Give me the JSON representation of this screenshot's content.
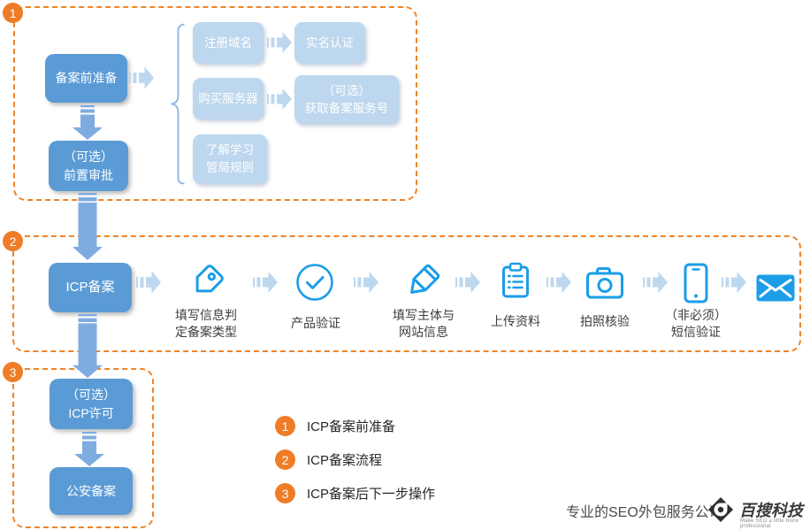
{
  "colors": {
    "primary_blue": "#5B9BD5",
    "light_blue": "#BDD7EE",
    "icon_blue": "#1B9DE8",
    "orange": "#EF7D27",
    "label_text": "#3d3d3d"
  },
  "section1": {
    "badge": "1",
    "prep_box": "备案前准备",
    "preapproval_box": "（可选）\n前置审批",
    "register_domain_box": "注册域名",
    "realname_auth_box": "实名认证",
    "buy_server_box": "购买服务器",
    "service_number_box": "（可选）\n获取备案服务号",
    "learn_rules_box": "了解学习\n管局规则"
  },
  "section2": {
    "badge": "2",
    "main_box": "ICP备案",
    "steps": [
      {
        "icon": "tag",
        "label": "填写信息判\n定备案类型"
      },
      {
        "icon": "check-circle",
        "label": "产品验证"
      },
      {
        "icon": "pencil",
        "label": "填写主体与\n网站信息"
      },
      {
        "icon": "clipboard",
        "label": "上传资料"
      },
      {
        "icon": "camera",
        "label": "拍照核验"
      },
      {
        "icon": "phone",
        "label": "（非必须）\n短信验证"
      },
      {
        "icon": "envelope",
        "label": ""
      }
    ]
  },
  "section3": {
    "badge": "3",
    "icp_license_box": "（可选）\nICP许可",
    "police_filing_box": "公安备案"
  },
  "legend": {
    "items": [
      {
        "num": "1",
        "text": "ICP备案前准备"
      },
      {
        "num": "2",
        "text": "ICP备案流程"
      },
      {
        "num": "3",
        "text": "ICP备案后下一步操作"
      }
    ]
  },
  "footer": {
    "slogan": "专业的SEO外包服务公司",
    "brand": "百搜科技",
    "brand_tagline": "Make SEO a little more professional"
  }
}
